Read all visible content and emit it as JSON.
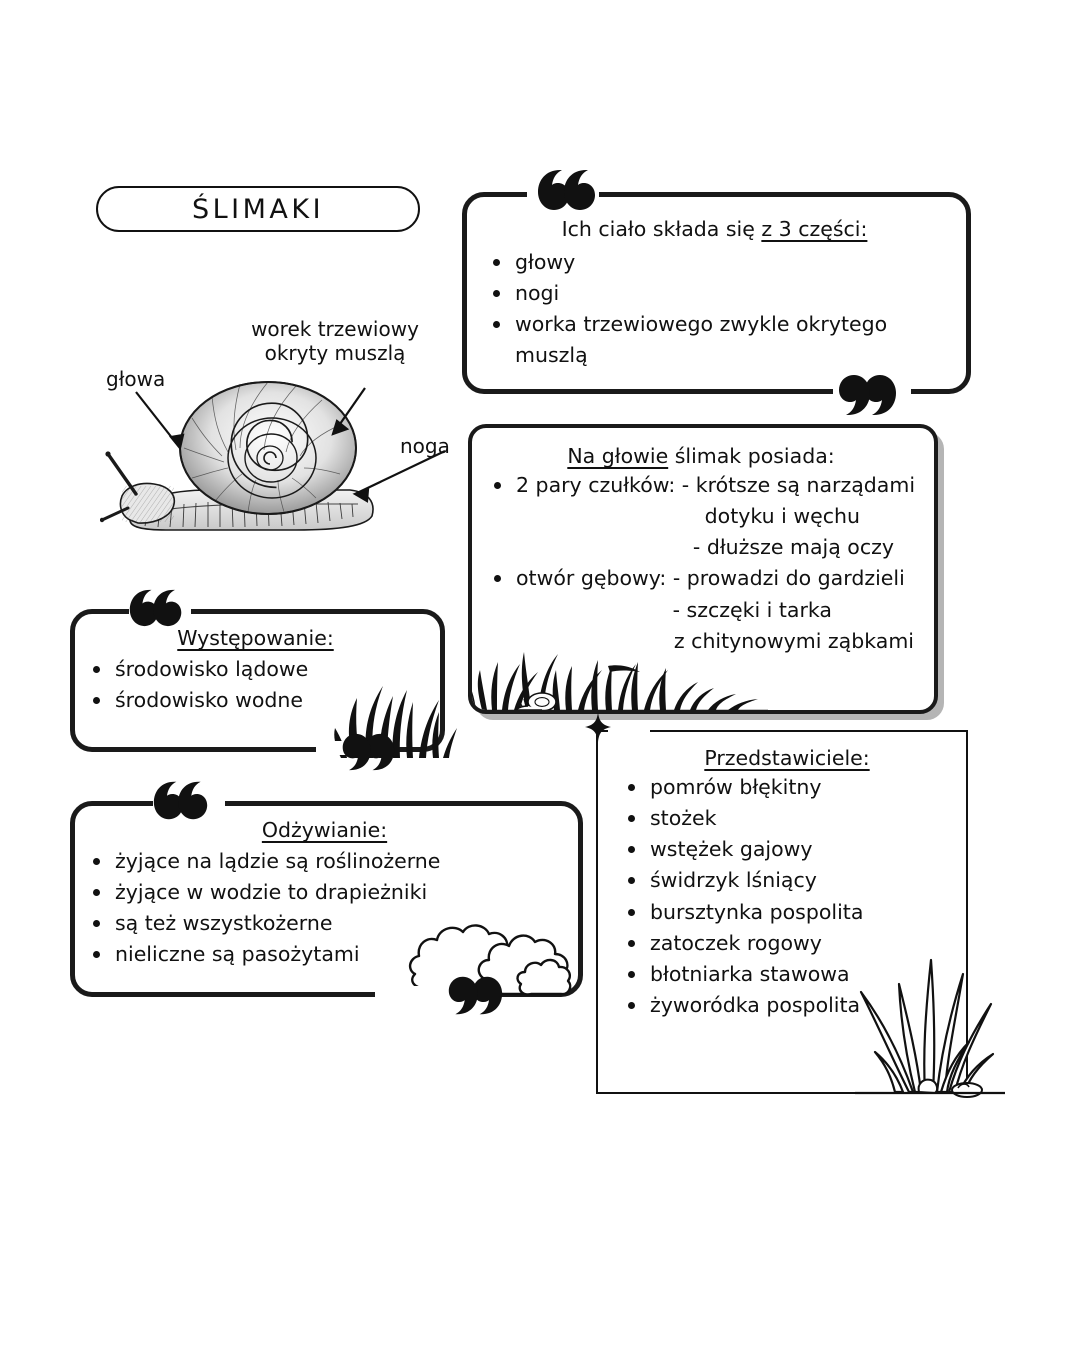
{
  "page": {
    "title": "ŚLIMAKI",
    "language": "pl"
  },
  "colors": {
    "ink": "#111111",
    "border": "#1a1a1a",
    "shadow": "#b5b5b5",
    "background": "#ffffff"
  },
  "diagram": {
    "name": "snail-anatomy-illustration",
    "labels": {
      "head": "głowa",
      "visceral_sac_line1": "worek trzewiowy",
      "visceral_sac_line2": "okryty muszlą",
      "foot": "noga"
    }
  },
  "boxes": {
    "body_parts": {
      "heading_prefix": "Ich ciało składa się ",
      "heading_underlined": "z 3 części:",
      "items": [
        "głowy",
        "nogi",
        "worka trzewiowego zwykle okrytego",
        "muszlą"
      ]
    },
    "head_features": {
      "heading_underlined": "Na głowie",
      "heading_rest": " ślimak posiada:",
      "items": [
        {
          "main": "2 pary czułków: - krótsze są  narządami",
          "sublines": [
            "dotyku i węchu",
            "- dłuższe mają oczy"
          ]
        },
        {
          "main": "otwór gębowy: - prowadzi do gardzieli",
          "sublines": [
            "- szczęki i tarka",
            "z chitynowymi ząbkami"
          ]
        }
      ]
    },
    "occurrence": {
      "heading": "Występowanie:",
      "items": [
        "środowisko lądowe",
        "środowisko wodne"
      ]
    },
    "nutrition": {
      "heading": "Odżywianie:",
      "items": [
        "żyjące na lądzie są roślinożerne",
        "żyjące w wodzie to drapieżniki",
        "są też wszystkożerne",
        "nieliczne są pasożytami"
      ]
    },
    "representatives": {
      "heading": "Przedstawiciele:",
      "items": [
        "pomrów błękitny",
        "stożek",
        "wstężek gajowy",
        "świdrzyk lśniący",
        "bursztynka pospolita",
        "zatoczek rogowy",
        "błotniarka stawowa",
        "żyworódka pospolita"
      ]
    }
  },
  "decorations": {
    "quote_open": "open-quote-mark",
    "quote_close": "close-quote-mark",
    "grass": "grass-illustration",
    "bush": "bush-illustration",
    "diamond": "diamond-bullet"
  }
}
